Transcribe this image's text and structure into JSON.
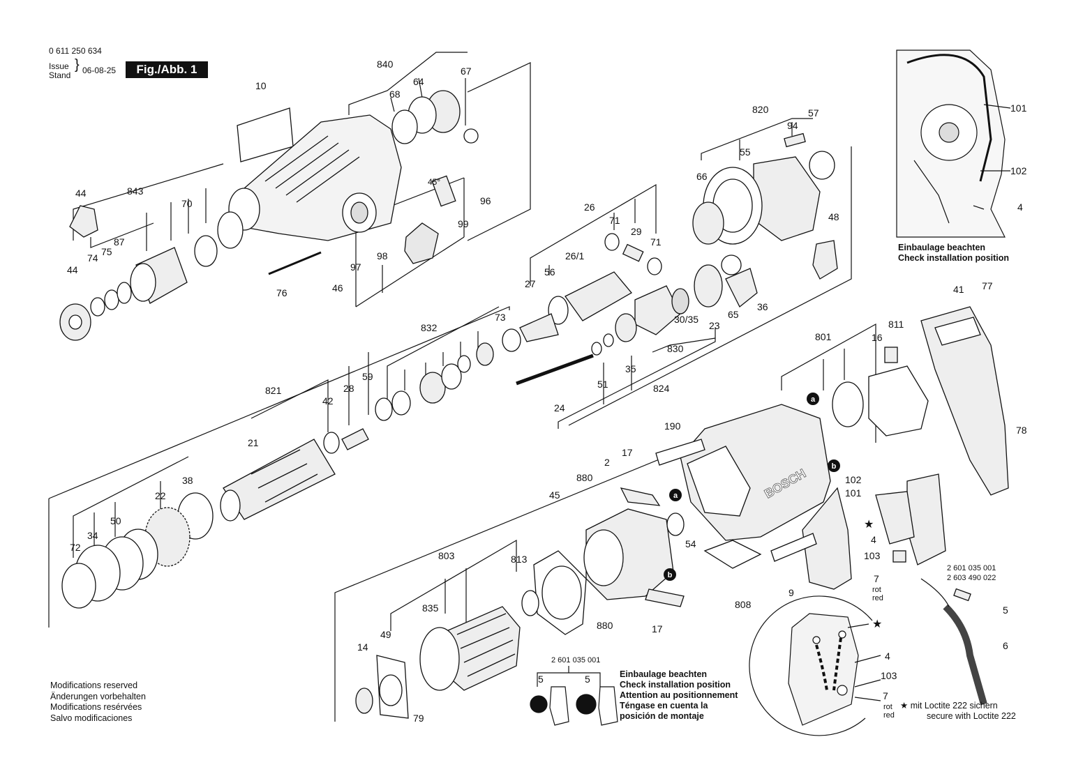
{
  "header": {
    "part_number": "0 611 250 634",
    "issue_label": "Issue",
    "stand_label": "Stand",
    "date": "06-08-25",
    "figure": "Fig./Abb. 1"
  },
  "labels": {
    "l840": "840",
    "l67": "67",
    "l68": "68",
    "l64": "64",
    "l10": "10",
    "l44a": "44",
    "l843": "843",
    "l70": "70",
    "l74": "74",
    "l75": "75",
    "l87": "87",
    "l44b": "44",
    "l76": "76",
    "l45deg": "45°",
    "l96": "96",
    "l99": "99",
    "l97": "97",
    "l98": "98",
    "l46": "46",
    "l820": "820",
    "l94": "94",
    "l57": "57",
    "l55": "55",
    "l66": "66",
    "l48": "48",
    "l26": "26",
    "l71a": "71",
    "l29": "29",
    "l71b": "71",
    "l26_1": "26/1",
    "l27": "27",
    "l56": "56",
    "l30_35": "30/35",
    "l23": "23",
    "l65": "65",
    "l36": "36",
    "l830": "830",
    "l824": "824",
    "l832": "832",
    "l73": "73",
    "l821": "821",
    "l42": "42",
    "l28": "28",
    "l59": "59",
    "l51": "51",
    "l35": "35",
    "l24": "24",
    "l21": "21",
    "l38": "38",
    "l22": "22",
    "l50": "50",
    "l34": "34",
    "l72": "72",
    "l801": "801",
    "l811": "811",
    "l16": "16",
    "l41": "41",
    "l77": "77",
    "l78": "78",
    "l190": "190",
    "l17a": "17",
    "l2": "2",
    "l880a": "880",
    "l45": "45",
    "l102b": "102",
    "l101b": "101",
    "l54": "54",
    "l808": "808",
    "l9": "9",
    "l4b": "4",
    "l103b": "103",
    "l7b": "7",
    "l803": "803",
    "l813": "813",
    "l835": "835",
    "l880b": "880",
    "l17b": "17",
    "l14": "14",
    "l49": "49",
    "l79": "79",
    "l101a": "101",
    "l102a": "102",
    "l4a": "4",
    "l5a": "5",
    "l6": "6",
    "l2601a": "2 601 035 001",
    "l2603": "2 603 490 022",
    "l2601b": "2 601 035 001",
    "l5b": "5",
    "l5c": "5",
    "l4c": "4",
    "l103c": "103",
    "l7c": "7",
    "marker_a1": "a",
    "marker_a2": "a",
    "marker_b1": "b",
    "marker_b2": "b"
  },
  "color_words": {
    "rot1": "rot",
    "red1": "red",
    "rot2": "rot",
    "red2": "red"
  },
  "notes": {
    "install_top_de": "Einbaulage beachten",
    "install_top_en": "Check installation position",
    "install_multi": [
      "Einbaulage beachten",
      "Check installation position",
      "Attention au positionnement",
      "Téngase en cuenta la",
      "posición de montaje"
    ],
    "loctite_de": "mit Loctite 222 sichern",
    "loctite_en": "secure with Loctite 222",
    "star_symbol": "★"
  },
  "modifications": [
    "Modifications reserved",
    "Änderungen vorbehalten",
    "Modifications resérvées",
    "Salvo modificaciones"
  ],
  "colors": {
    "ink": "#111111",
    "paper": "#ffffff",
    "shade": "#d8d8d8"
  }
}
